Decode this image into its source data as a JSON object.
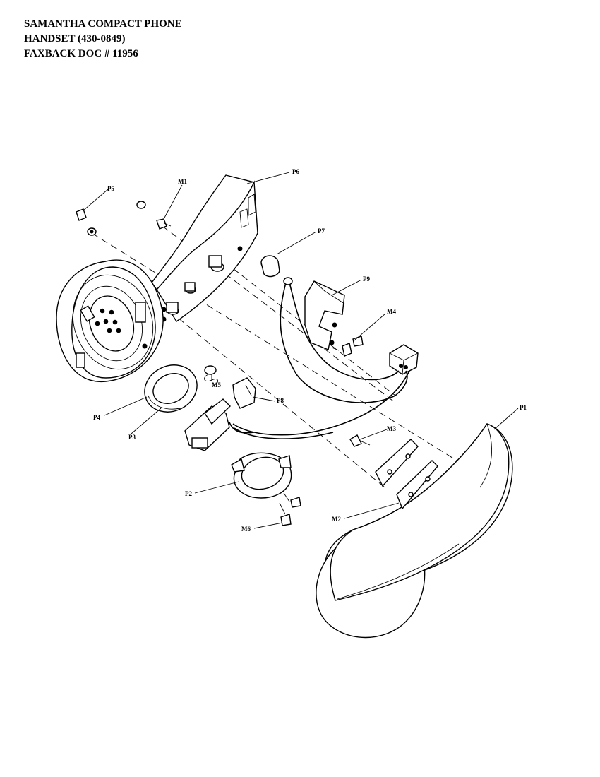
{
  "header": {
    "line1": "SAMANTHA COMPACT PHONE",
    "line2": "HANDSET  (430-0849)",
    "line3": "FAXBACK DOC # 11956"
  },
  "callouts": {
    "p1": "P1",
    "p2": "P2",
    "p3": "P3",
    "p4": "P4",
    "p5": "P5",
    "p6": "P6",
    "p7": "P7",
    "p8": "P8",
    "p9": "P9",
    "m1": "M1",
    "m2": "M2",
    "m3": "M3",
    "m4": "M4",
    "m5": "M5",
    "m6": "M6"
  }
}
